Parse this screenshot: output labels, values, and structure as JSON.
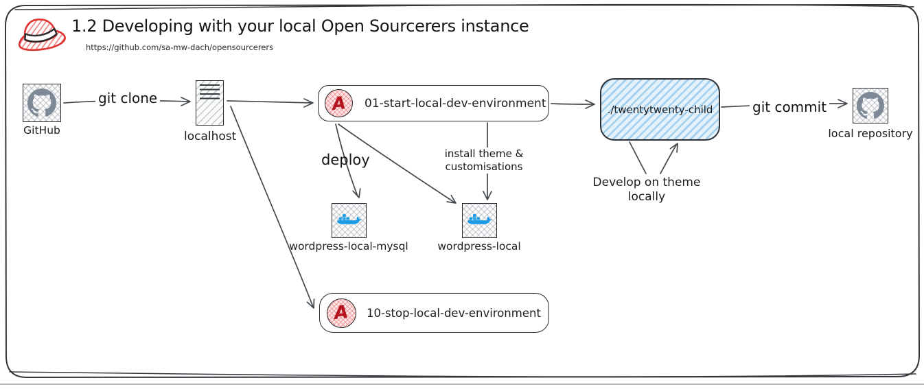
{
  "header": {
    "title": "1.2 Developing with your local Open Sourcerers instance",
    "subtitle": "https://github.com/sa-mw-dach/opensourcerers"
  },
  "nodes": {
    "github": {
      "label": "GitHub"
    },
    "localhost": {
      "label": "localhost"
    },
    "start_playbook": {
      "label": "01-start-local-dev-environment"
    },
    "stop_playbook": {
      "label": "10-stop-local-dev-environment"
    },
    "mysql_container": {
      "label": "wordpress-local-mysql"
    },
    "wordpress_container": {
      "label": "wordpress-local"
    },
    "theme_dir": {
      "label": "./twentytwenty-child"
    },
    "local_repository": {
      "label": "local repository"
    },
    "ansible_glyph": "A"
  },
  "edges": {
    "git_clone": {
      "label": "git clone"
    },
    "deploy": {
      "label": "deploy"
    },
    "install_theme": {
      "line1": "install theme &",
      "line2": "customisations"
    },
    "git_commit": {
      "label": "git commit"
    },
    "develop": {
      "line1": "Develop on theme",
      "line2": "locally"
    }
  },
  "icons": {
    "brand": "redhat-fedora-icon",
    "github": "github-octocat-icon",
    "server": "server-icon",
    "ansible": "ansible-a-icon",
    "docker": "docker-whale-icon"
  },
  "colors": {
    "red": "#e03131",
    "ansible_red": "#b5141f",
    "docker_blue": "#1d9ce5",
    "github_gray": "#7d8996",
    "theme_box_blue": "#a2cfee",
    "stroke": "#26282b"
  }
}
